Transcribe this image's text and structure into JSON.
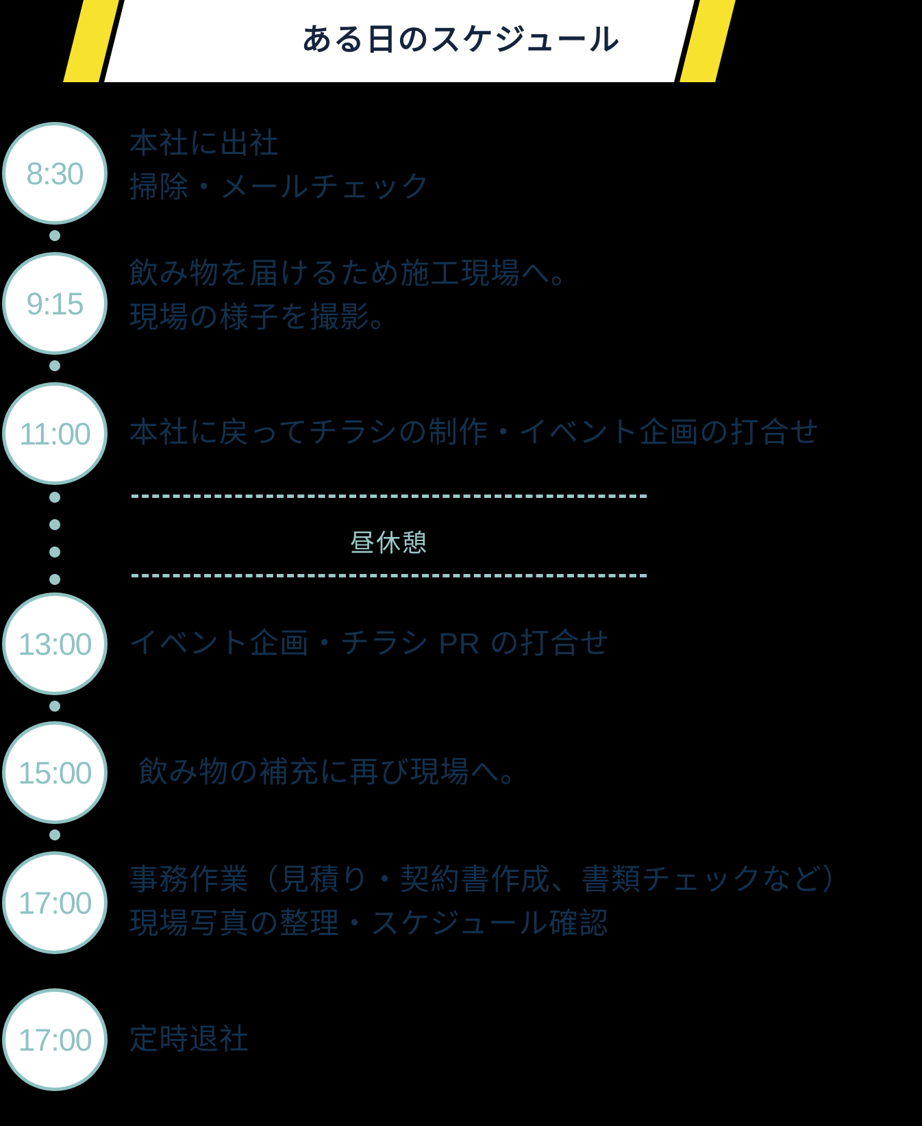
{
  "header": {
    "title": "ある日のスケジュール",
    "plate_color": "#ffffff",
    "stripe_color": "#f7e32e",
    "title_color": "#14243c"
  },
  "theme": {
    "background": "#000000",
    "accent_teal": "#8fc2c2",
    "dot_teal": "#9cc8c8",
    "body_navy": "#13314d"
  },
  "timeline": {
    "entries": [
      {
        "time": "8:30",
        "lines": [
          "本社に出社",
          "掃除・メールチェック"
        ]
      },
      {
        "time": "9:15",
        "lines": [
          "飲み物を届けるため施工現場へ。",
          "現場の様子を撮影。"
        ]
      },
      {
        "time": "11:00",
        "lines": [
          "本社に戻ってチラシの制作・イベント企画の打合せ"
        ]
      },
      {
        "time": "13:00",
        "lines": [
          "イベント企画・チラシ PR の打合せ"
        ]
      },
      {
        "time": "15:00",
        "lines": [
          "飲み物の補充に再び現場へ。"
        ]
      },
      {
        "time": "17:00",
        "lines": [
          "事務作業（見積り・契約書作成、書類チェックなど）",
          "現場写真の整理・スケジュール確認"
        ]
      },
      {
        "time": "17:00",
        "lines": [
          "定時退社"
        ]
      }
    ],
    "break": {
      "label": "昼休憩"
    }
  }
}
